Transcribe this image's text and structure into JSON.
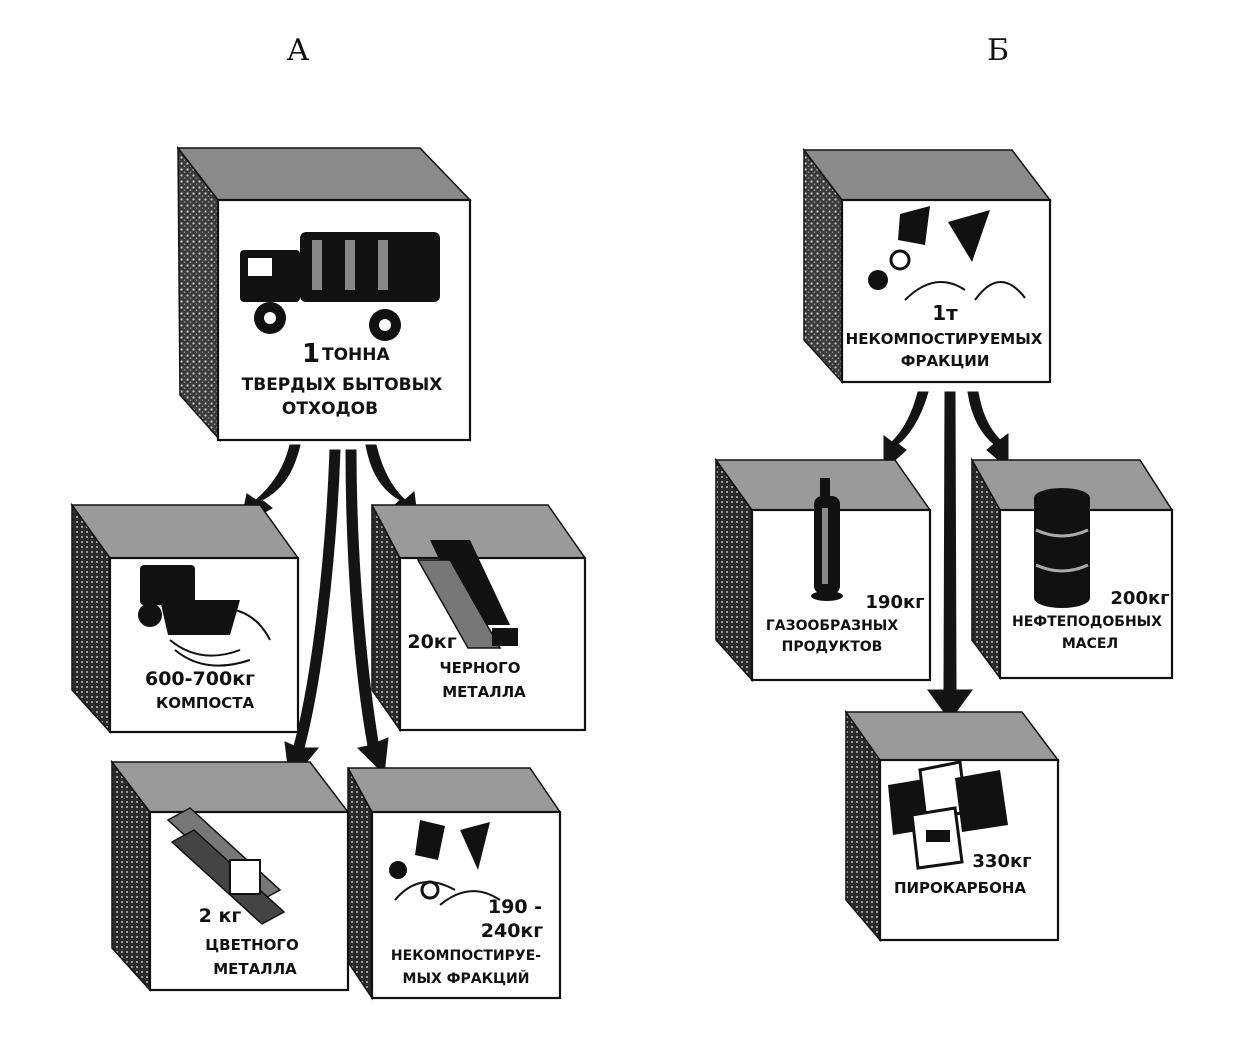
{
  "panels": {
    "a": {
      "letter": "А",
      "main": {
        "num": "1",
        "line1": "ТОННА",
        "line2": "ТВЕРДЫХ БЫТОВЫХ",
        "line3": "ОТХОДОВ",
        "icon": "garbage-truck-icon"
      },
      "compost": {
        "line1": "600-700кг",
        "line2": "КОМПОСТА",
        "icon": "compost-spreader-icon"
      },
      "ferrous": {
        "line1": "20кг",
        "line2": "ЧЕРНОГО",
        "line3": "МЕТАЛЛА",
        "icon": "i-beam-icon"
      },
      "nonferrous": {
        "line1": "2 кг",
        "line2": "ЦВЕТНОГО",
        "line3": "МЕТАЛЛА",
        "icon": "metal-profile-icon"
      },
      "noncompost": {
        "line1": "190 -",
        "line2": "240кг",
        "line3": "НЕКОМПОСТИРУЕ-",
        "line4": "МЫХ ФРАКЦИЙ",
        "icon": "scrap-pile-icon"
      }
    },
    "b": {
      "letter": "Б",
      "main": {
        "line1": "1т",
        "line2": "НЕКОМПОСТИРУЕМЫХ",
        "line3": "ФРАКЦИИ",
        "icon": "scrap-pile-icon"
      },
      "gas": {
        "line1": "190кг",
        "line2": "ГАЗООБРАЗНЫХ",
        "line3": "ПРОДУКТОВ",
        "icon": "gas-cylinder-icon"
      },
      "oil": {
        "line1": "200кг",
        "line2": "НЕФТЕПОДОБНЫХ",
        "line3": "МАСЕЛ",
        "icon": "oil-barrel-icon"
      },
      "pyro": {
        "line1": "330кг",
        "line2": "ПИРОКАРБОНА",
        "icon": "bags-icon"
      }
    }
  }
}
